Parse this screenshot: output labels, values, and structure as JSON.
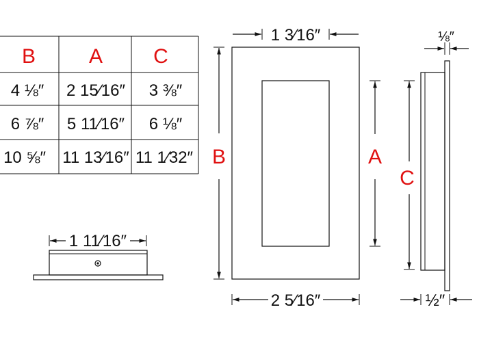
{
  "colors": {
    "accent": "#e01010",
    "line": "#111111"
  },
  "table": {
    "headers": [
      "B",
      "A",
      "C"
    ],
    "rows": [
      [
        "4 ⅛″",
        "2 15⁄16″",
        "3 ⅜″"
      ],
      [
        "6 ⅞″",
        "5 11⁄16″",
        "6 ⅛″"
      ],
      [
        "10 ⅝″",
        "11 13⁄16″",
        "11 1⁄32″"
      ]
    ]
  },
  "front_view": {
    "top_dim": "1 3⁄16″",
    "bottom_dim": "2 5⁄16″",
    "left_label": "B",
    "right_label": "A"
  },
  "side_view": {
    "top_dim": "⅛″",
    "bottom_dim": "½″",
    "left_label": "C"
  },
  "bottom_view": {
    "top_dim": "1 11⁄16″"
  }
}
